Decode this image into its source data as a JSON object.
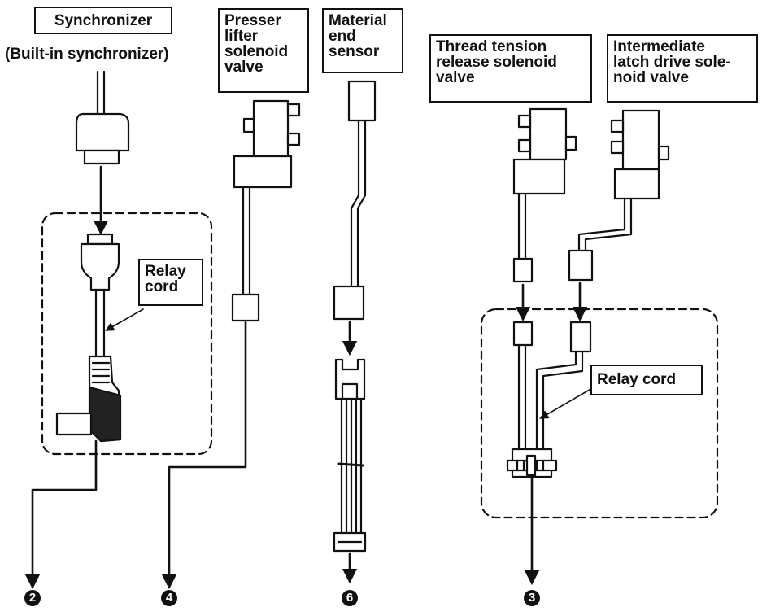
{
  "labels": {
    "synchronizer": "Synchronizer",
    "built_in": "(Built-in synchronizer)",
    "presser_1": "Presser",
    "presser_2": "lifter",
    "presser_3": "solenoid",
    "presser_4": "valve",
    "material_1": "Material",
    "material_2": "end",
    "material_3": "sensor",
    "thread_1": "Thread tension",
    "thread_2": "release solenoid",
    "thread_3": "valve",
    "inter_1": "Intermediate",
    "inter_2": "latch drive sole-",
    "inter_3": "noid valve",
    "relay_left_1": "Relay",
    "relay_left_2": "cord",
    "relay_right": "Relay cord"
  },
  "connectors": {
    "c2": "2",
    "c4": "4",
    "c6": "6",
    "c3": "3"
  }
}
